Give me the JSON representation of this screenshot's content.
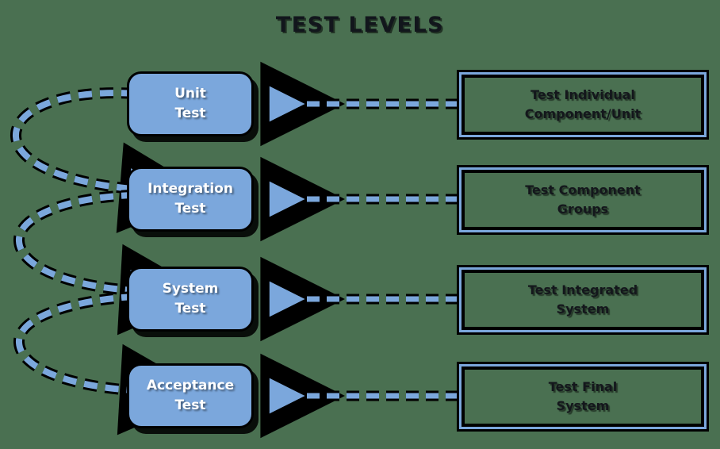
{
  "diagram": {
    "title": "TEST LEVELS",
    "background_color": "#4a7051",
    "accent_blue": "#7ba7dc",
    "outline_color": "#000000",
    "box_text_color": "#ffffff",
    "desc_text_color": "#14171c"
  },
  "levels": [
    {
      "id": "unit",
      "line1": "Unit",
      "line2": "Test",
      "description_line1": "Test Individual",
      "description_line2": "Component/Unit"
    },
    {
      "id": "integration",
      "line1": "Integration",
      "line2": "Test",
      "description_line1": "Test Component",
      "description_line2": "Groups"
    },
    {
      "id": "system",
      "line1": "System",
      "line2": "Test",
      "description_line1": "Test Integrated",
      "description_line2": "System"
    },
    {
      "id": "acceptance",
      "line1": "Acceptance",
      "line2": "Test",
      "description_line1": "Test Final",
      "description_line2": "System"
    }
  ],
  "connectors": {
    "horizontal_arrows": [
      {
        "name": "desc-to-unit-arrow",
        "direction": "left"
      },
      {
        "name": "desc-to-integration-arrow",
        "direction": "left"
      },
      {
        "name": "desc-to-system-arrow",
        "direction": "left"
      },
      {
        "name": "desc-to-acceptance-arrow",
        "direction": "left"
      }
    ],
    "flow_arrows": [
      {
        "name": "unit-to-integration-flow",
        "direction": "right"
      },
      {
        "name": "integration-to-system-flow",
        "direction": "right"
      },
      {
        "name": "system-to-acceptance-flow",
        "direction": "right"
      }
    ]
  }
}
